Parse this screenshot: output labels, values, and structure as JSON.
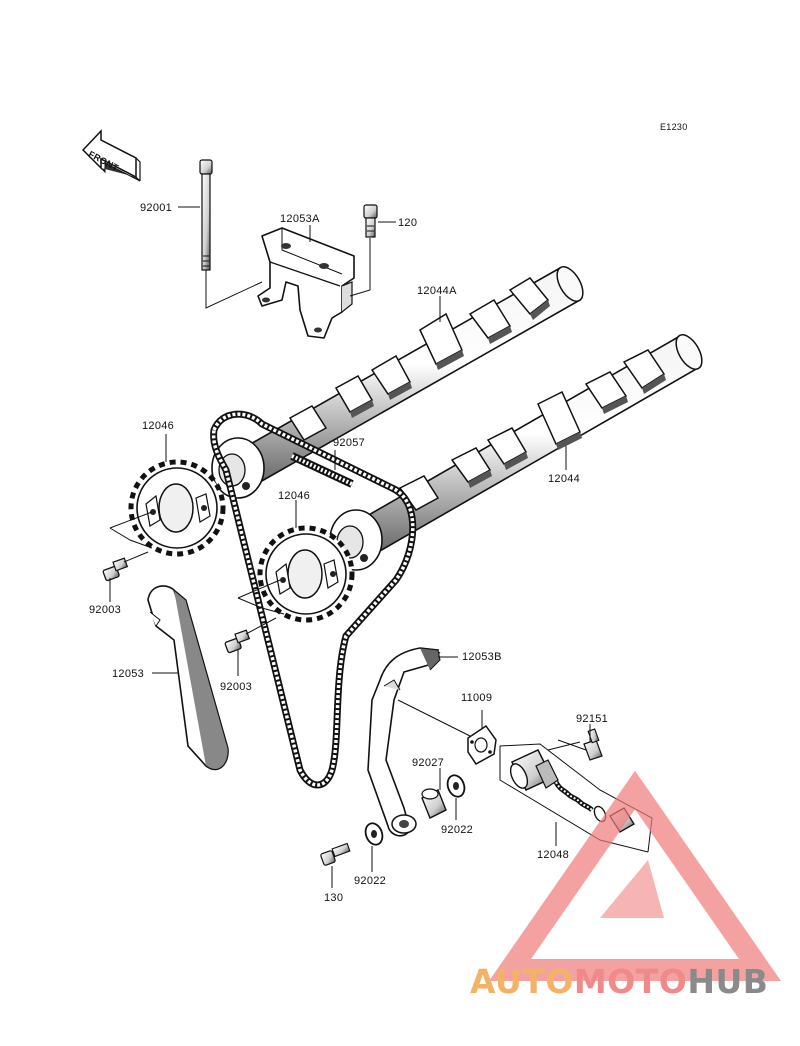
{
  "diagram": {
    "code": "E1230",
    "front_arrow_text": "FRONT",
    "parts": [
      {
        "id": "p92001",
        "label": "92001"
      },
      {
        "id": "p12053A",
        "label": "12053A"
      },
      {
        "id": "p120",
        "label": "120"
      },
      {
        "id": "p12044A",
        "label": "12044A"
      },
      {
        "id": "p12046a",
        "label": "12046"
      },
      {
        "id": "p92057",
        "label": "92057"
      },
      {
        "id": "p12044",
        "label": "12044"
      },
      {
        "id": "p12046b",
        "label": "12046"
      },
      {
        "id": "p92003a",
        "label": "92003"
      },
      {
        "id": "p12053",
        "label": "12053"
      },
      {
        "id": "p92003b",
        "label": "92003"
      },
      {
        "id": "p12053B",
        "label": "12053B"
      },
      {
        "id": "p11009",
        "label": "11009"
      },
      {
        "id": "p92151",
        "label": "92151"
      },
      {
        "id": "p92027",
        "label": "92027"
      },
      {
        "id": "p92022a",
        "label": "92022"
      },
      {
        "id": "p12048",
        "label": "12048"
      },
      {
        "id": "p130",
        "label": "130"
      },
      {
        "id": "p92022b",
        "label": "92022"
      }
    ]
  },
  "watermark": {
    "part1": "AUTO",
    "part2": "MOTO",
    "part3": "HUB",
    "color1": "#f2b366",
    "color2": "#f08a8a",
    "color3": "#8a8a8a",
    "triangle_color": "#f07a7a"
  }
}
